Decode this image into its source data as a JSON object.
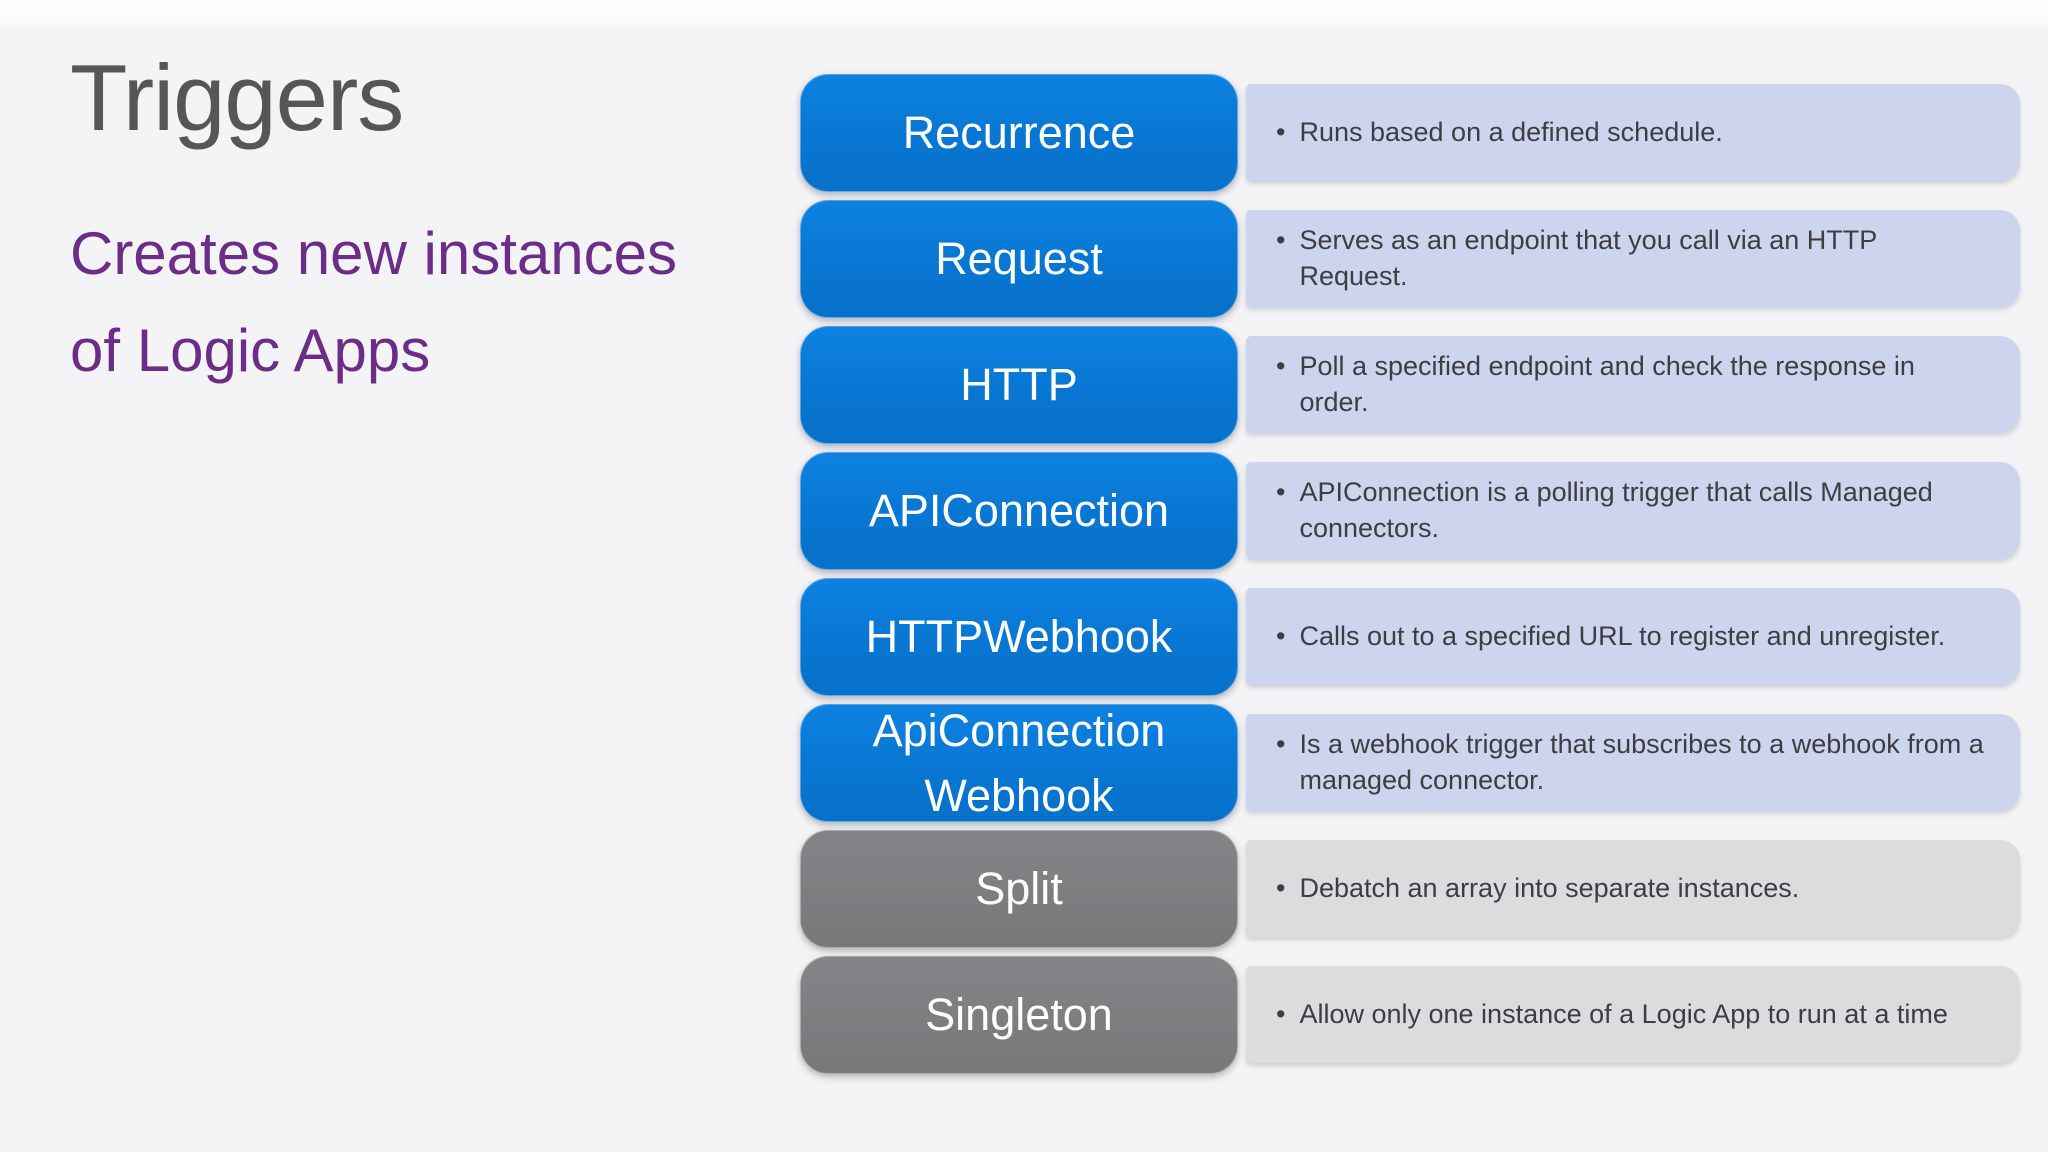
{
  "slide": {
    "title": "Triggers",
    "subtitle": "Creates new instances of Logic Apps",
    "bullet": "•"
  },
  "colors": {
    "accent_blue": "#0878d4",
    "accent_gray": "#7f7e81",
    "band_blue": "#ccd5ed",
    "band_gray": "#dcdbdd",
    "title_text": "#585557",
    "subtitle_text": "#6b2d87",
    "description_text": "#3e3d42",
    "background": "#f4f3f5"
  },
  "rows": [
    {
      "id": "recurrence",
      "label": "Recurrence",
      "style": "blue",
      "description": "Runs based on a defined schedule."
    },
    {
      "id": "request",
      "label": "Request",
      "style": "blue",
      "description": "Serves as an endpoint that you call via an HTTP Request."
    },
    {
      "id": "http",
      "label": "HTTP",
      "style": "blue",
      "description": "Poll a specified endpoint and check the response in order."
    },
    {
      "id": "apiconnection",
      "label": "APIConnection",
      "style": "blue",
      "description": "APIConnection is a polling trigger that calls Managed connectors."
    },
    {
      "id": "httpwebhook",
      "label": "HTTPWebhook",
      "style": "blue",
      "description": "Calls out to a specified URL to register and unregister."
    },
    {
      "id": "apiconnectionwebhook",
      "label": "ApiConnection Webhook",
      "style": "blue",
      "description": "Is a webhook trigger that subscribes to a webhook from a managed connector."
    },
    {
      "id": "split",
      "label": "Split",
      "style": "gray",
      "description": "Debatch an array into separate instances."
    },
    {
      "id": "singleton",
      "label": "Singleton",
      "style": "gray",
      "description": "Allow only one instance of a Logic App to run at a time"
    }
  ]
}
